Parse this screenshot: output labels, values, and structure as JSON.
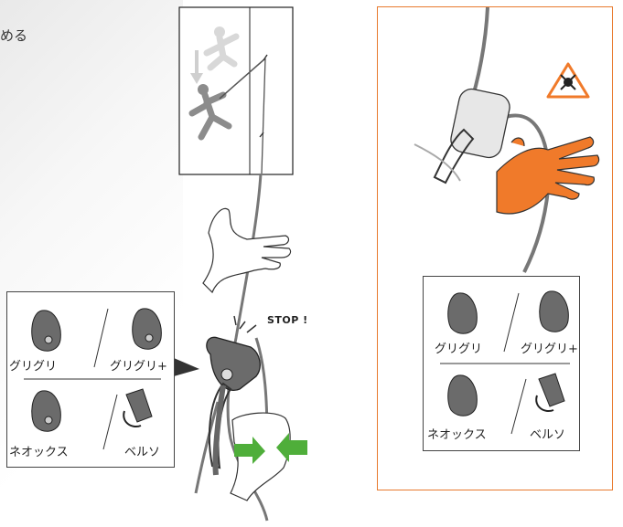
{
  "truncated_text": "める",
  "stop_label": "STOP !",
  "devices": {
    "grigri": "グリグリ",
    "grigri_plus": "グリグリ+",
    "neox": "ネオックス",
    "verso": "ベルソ"
  },
  "colors": {
    "panel_border": "#e87a2e",
    "warning": "#f07a2a",
    "arrow": "#4fae3a",
    "device_gray": "#6b6b6b"
  },
  "icons": [
    "skull-warning-icon",
    "green-arrow-icon"
  ]
}
